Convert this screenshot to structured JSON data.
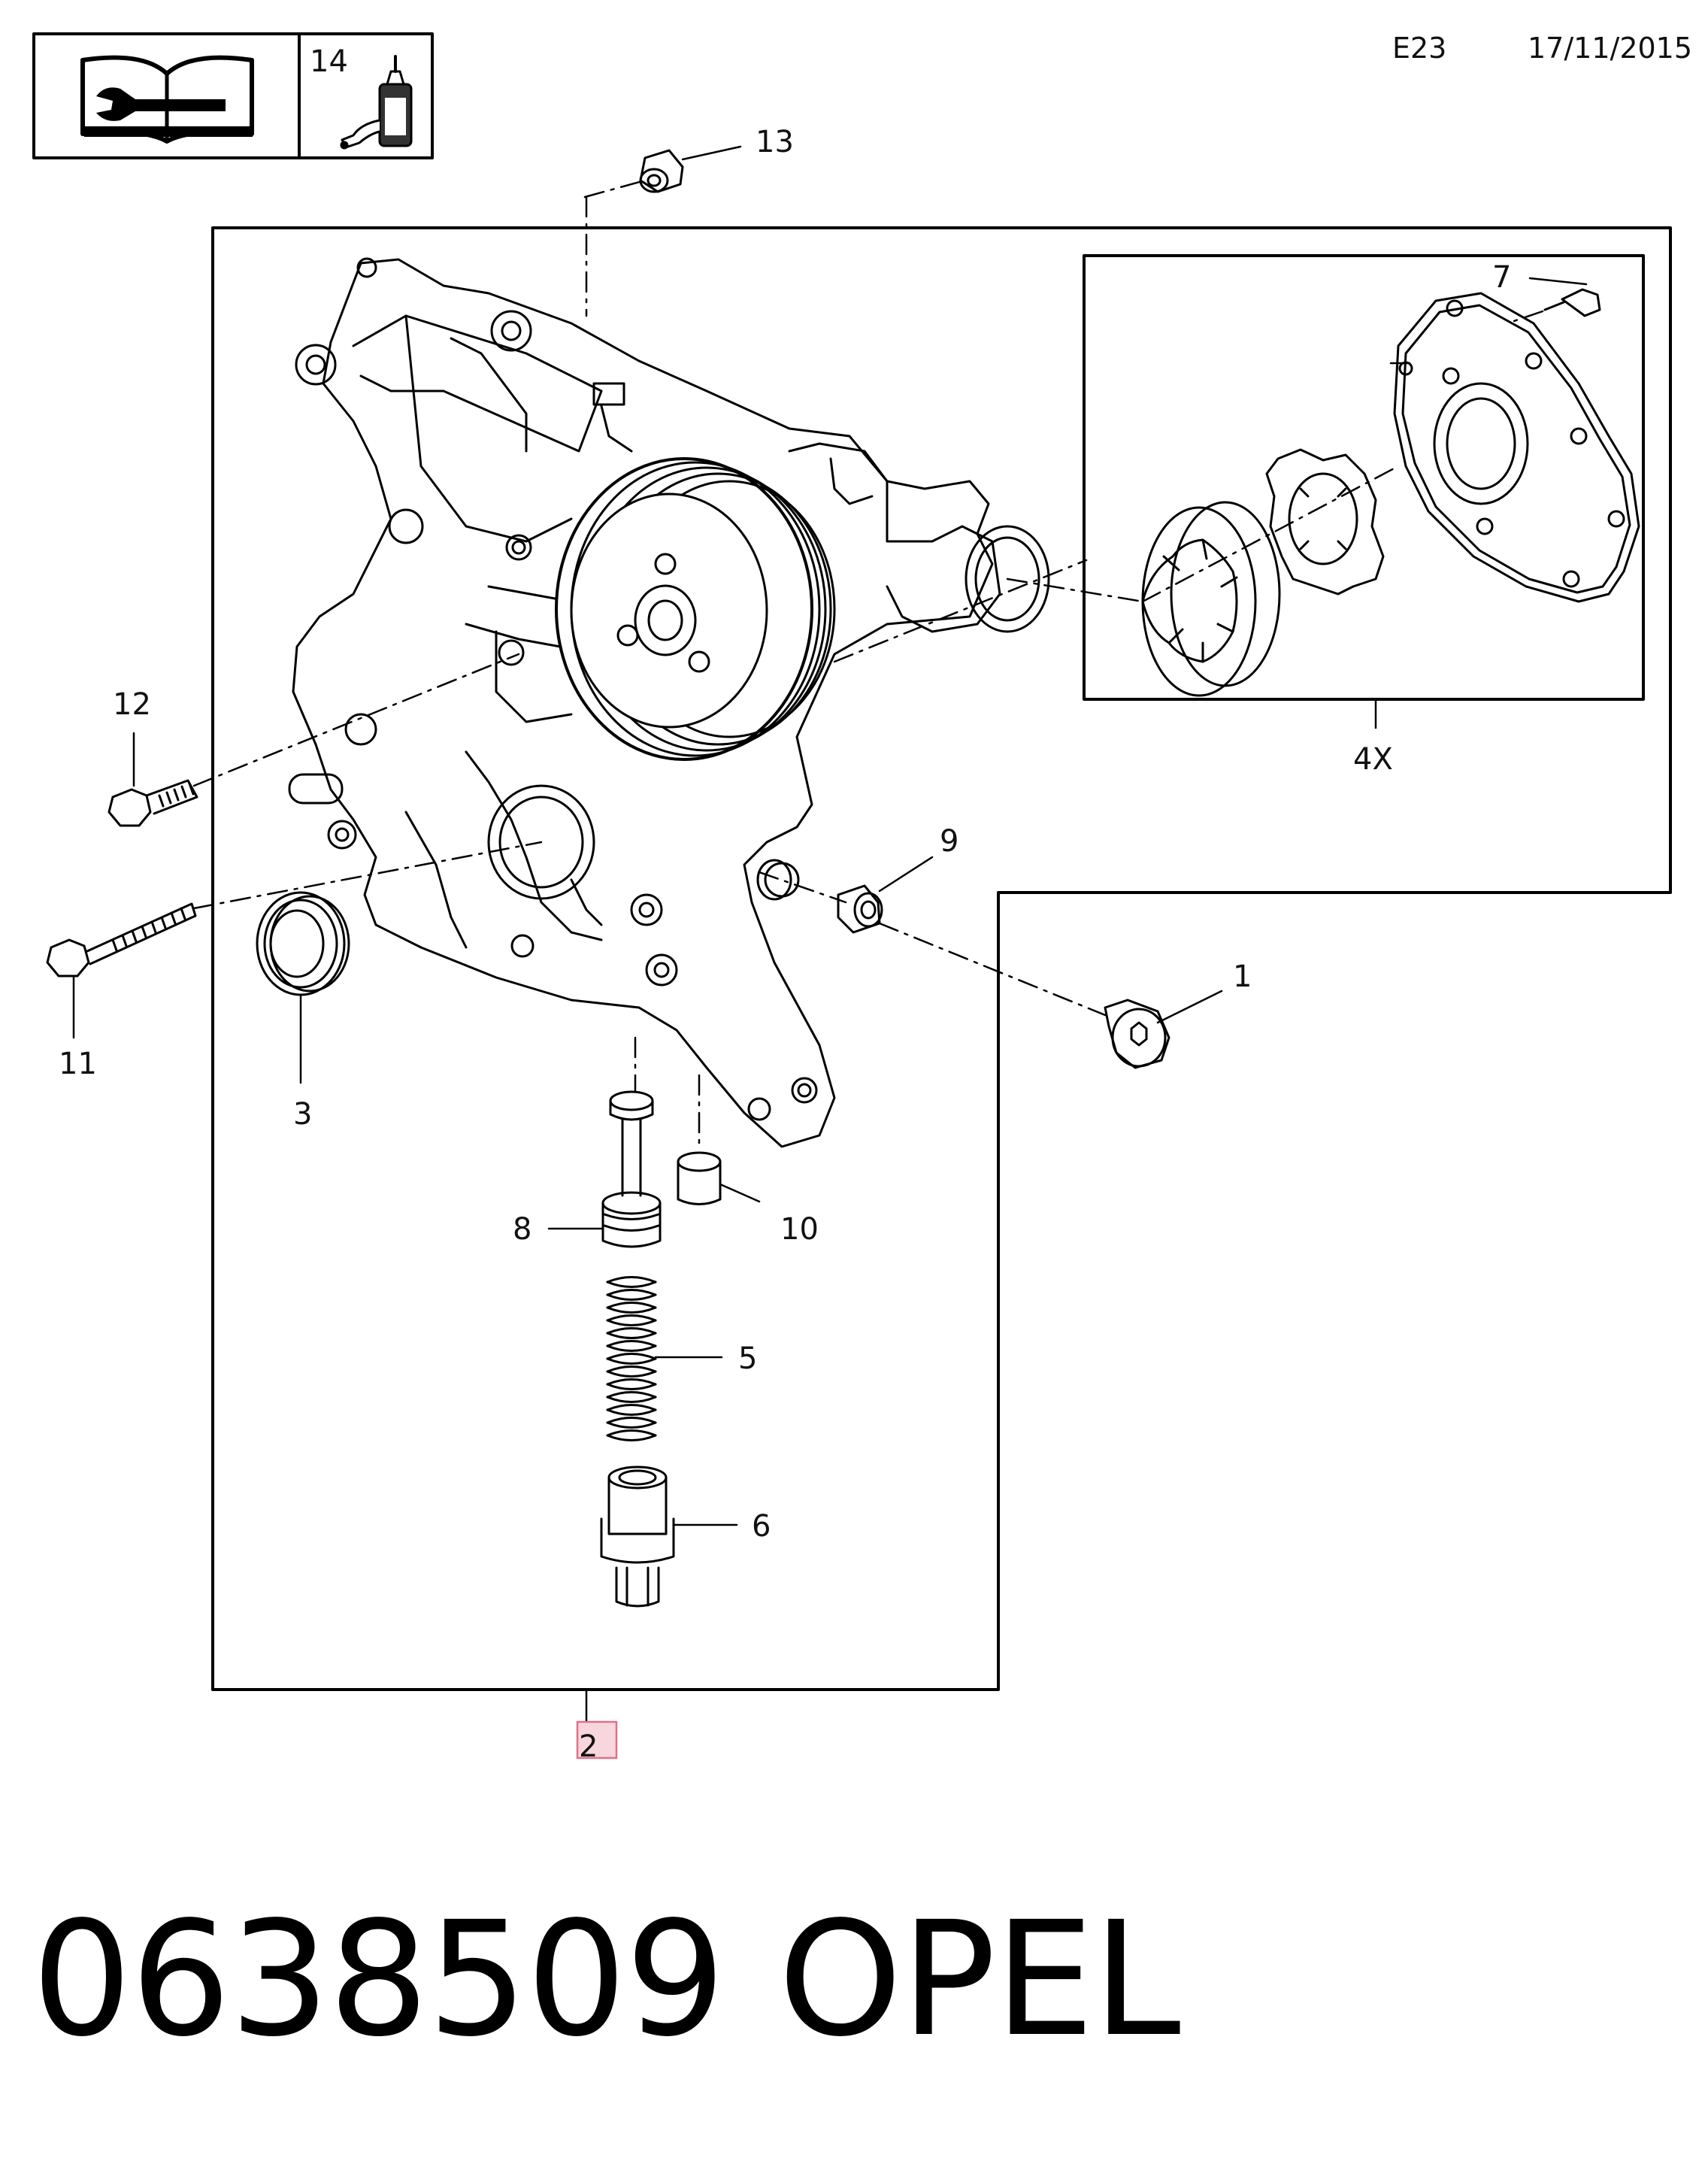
{
  "header": {
    "code": "E23",
    "date": "17/11/2015"
  },
  "legend": {
    "number": "14"
  },
  "callouts": {
    "c1": "1",
    "c2": "2",
    "c3": "3",
    "c4x": "4X",
    "c5": "5",
    "c6": "6",
    "c7": "7",
    "c8": "8",
    "c9": "9",
    "c10": "10",
    "c11": "11",
    "c12": "12",
    "c13": "13"
  },
  "footer": {
    "part_number": "0638509",
    "brand": "OPEL"
  },
  "colors": {
    "highlight_fill": "#f6d0d8",
    "highlight_stroke": "#e06c84",
    "line": "#000000"
  },
  "icons": [
    "service-manual-icon",
    "sealant-bottle-icon"
  ]
}
